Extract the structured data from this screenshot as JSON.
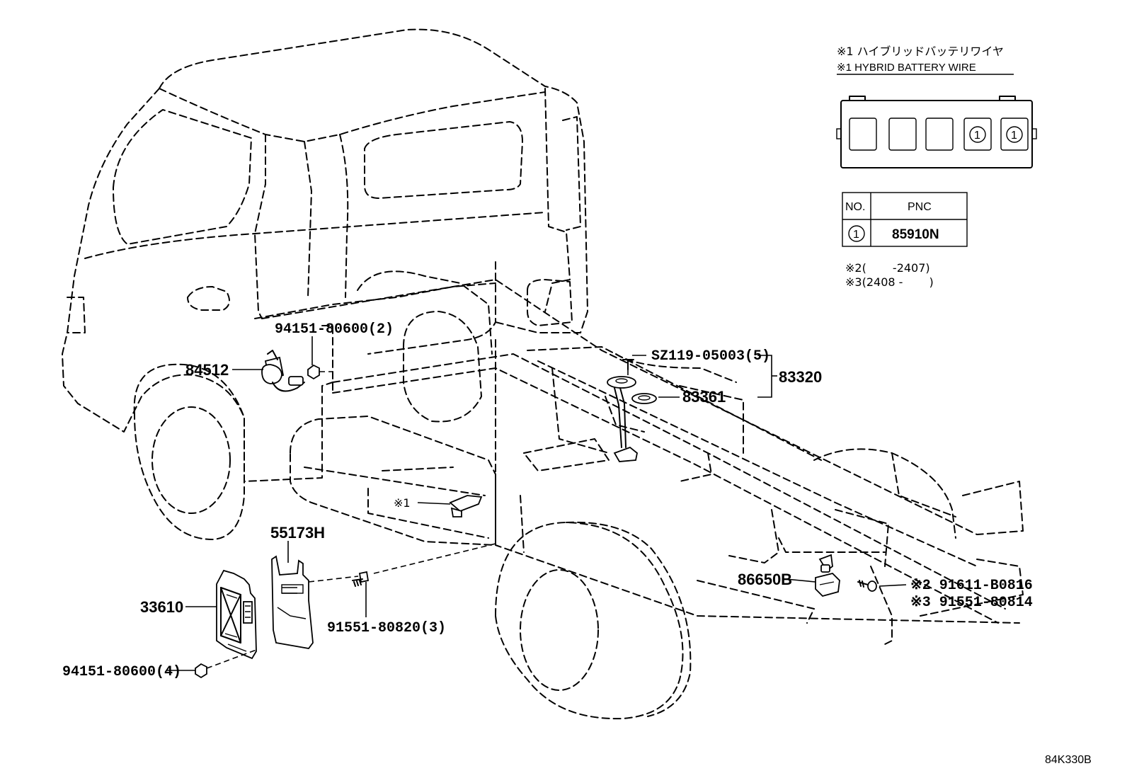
{
  "legend": {
    "title_jp": "※1 ハイブリッドバッテリワイヤ",
    "title_en": "※1 HYBRID BATTERY WIRE",
    "slot_mark": "1",
    "table": {
      "header_no": "NO.",
      "header_pnc": "PNC",
      "rows": [
        {
          "no": "1",
          "pnc": "85910N"
        }
      ]
    },
    "notes": [
      "※2(　　 -2407)",
      "※3(2408 -　　 )"
    ]
  },
  "callouts": {
    "p1": "94151-80600(2)",
    "p2": "84512",
    "p3": "SZ119-05003(5)",
    "p4": "83320",
    "p5": "83361",
    "p6": "※1",
    "p7": "55173H",
    "p8": "33610",
    "p9": "91551-80820(3)",
    "p10": "94151-80600(4)",
    "p11": "86650B",
    "p12": "※2 91611-B0816",
    "p13": "※3 91551-80814"
  },
  "diagram_code": "84K330B"
}
